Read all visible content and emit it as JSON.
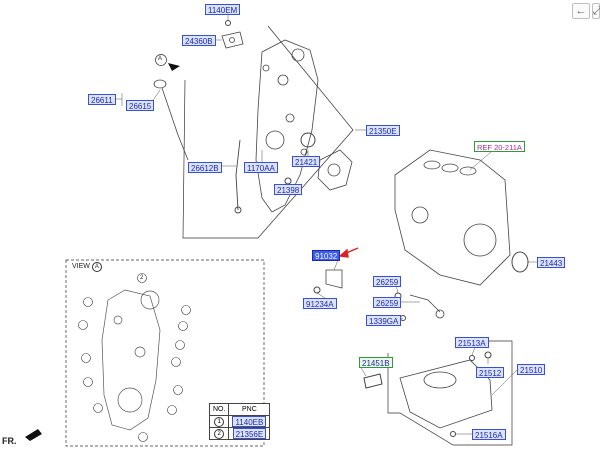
{
  "nav": {
    "back_glyph": "←",
    "expand_glyph": "⤢"
  },
  "callouts": {
    "c1140em": "1140EM",
    "c24360b": "24360B",
    "c26611": "26611",
    "c26615": "26615",
    "c21350e": "21350E",
    "c26612b": "26612B",
    "c1170aa": "1170AA",
    "c21421": "21421",
    "c21398": "21398",
    "ref": "REF 20-211A",
    "c21443": "21443",
    "c91032": "91032",
    "c26259a": "26259",
    "c26259b": "26259",
    "c91234a": "91234A",
    "c1339ga": "1339GA",
    "c21513a": "21513A",
    "c21451b": "21451B",
    "c21512": "21512",
    "c21510": "21510",
    "c21516a": "21516A"
  },
  "view_box": {
    "title": "VIEW",
    "letter": "A"
  },
  "view_arrow_letter": "A",
  "pnc_table": {
    "headers": [
      "NO.",
      "PNC"
    ],
    "rows": [
      {
        "no": "1",
        "pnc": "1140EB"
      },
      {
        "no": "2",
        "pnc": "21356E"
      }
    ]
  },
  "front_label": "FR.",
  "colors": {
    "callout_border": "#3a4fd8",
    "callout_fill": "#dce3ff",
    "ref_border": "#2f9a3c",
    "pointer_arrow": "#e02020"
  }
}
